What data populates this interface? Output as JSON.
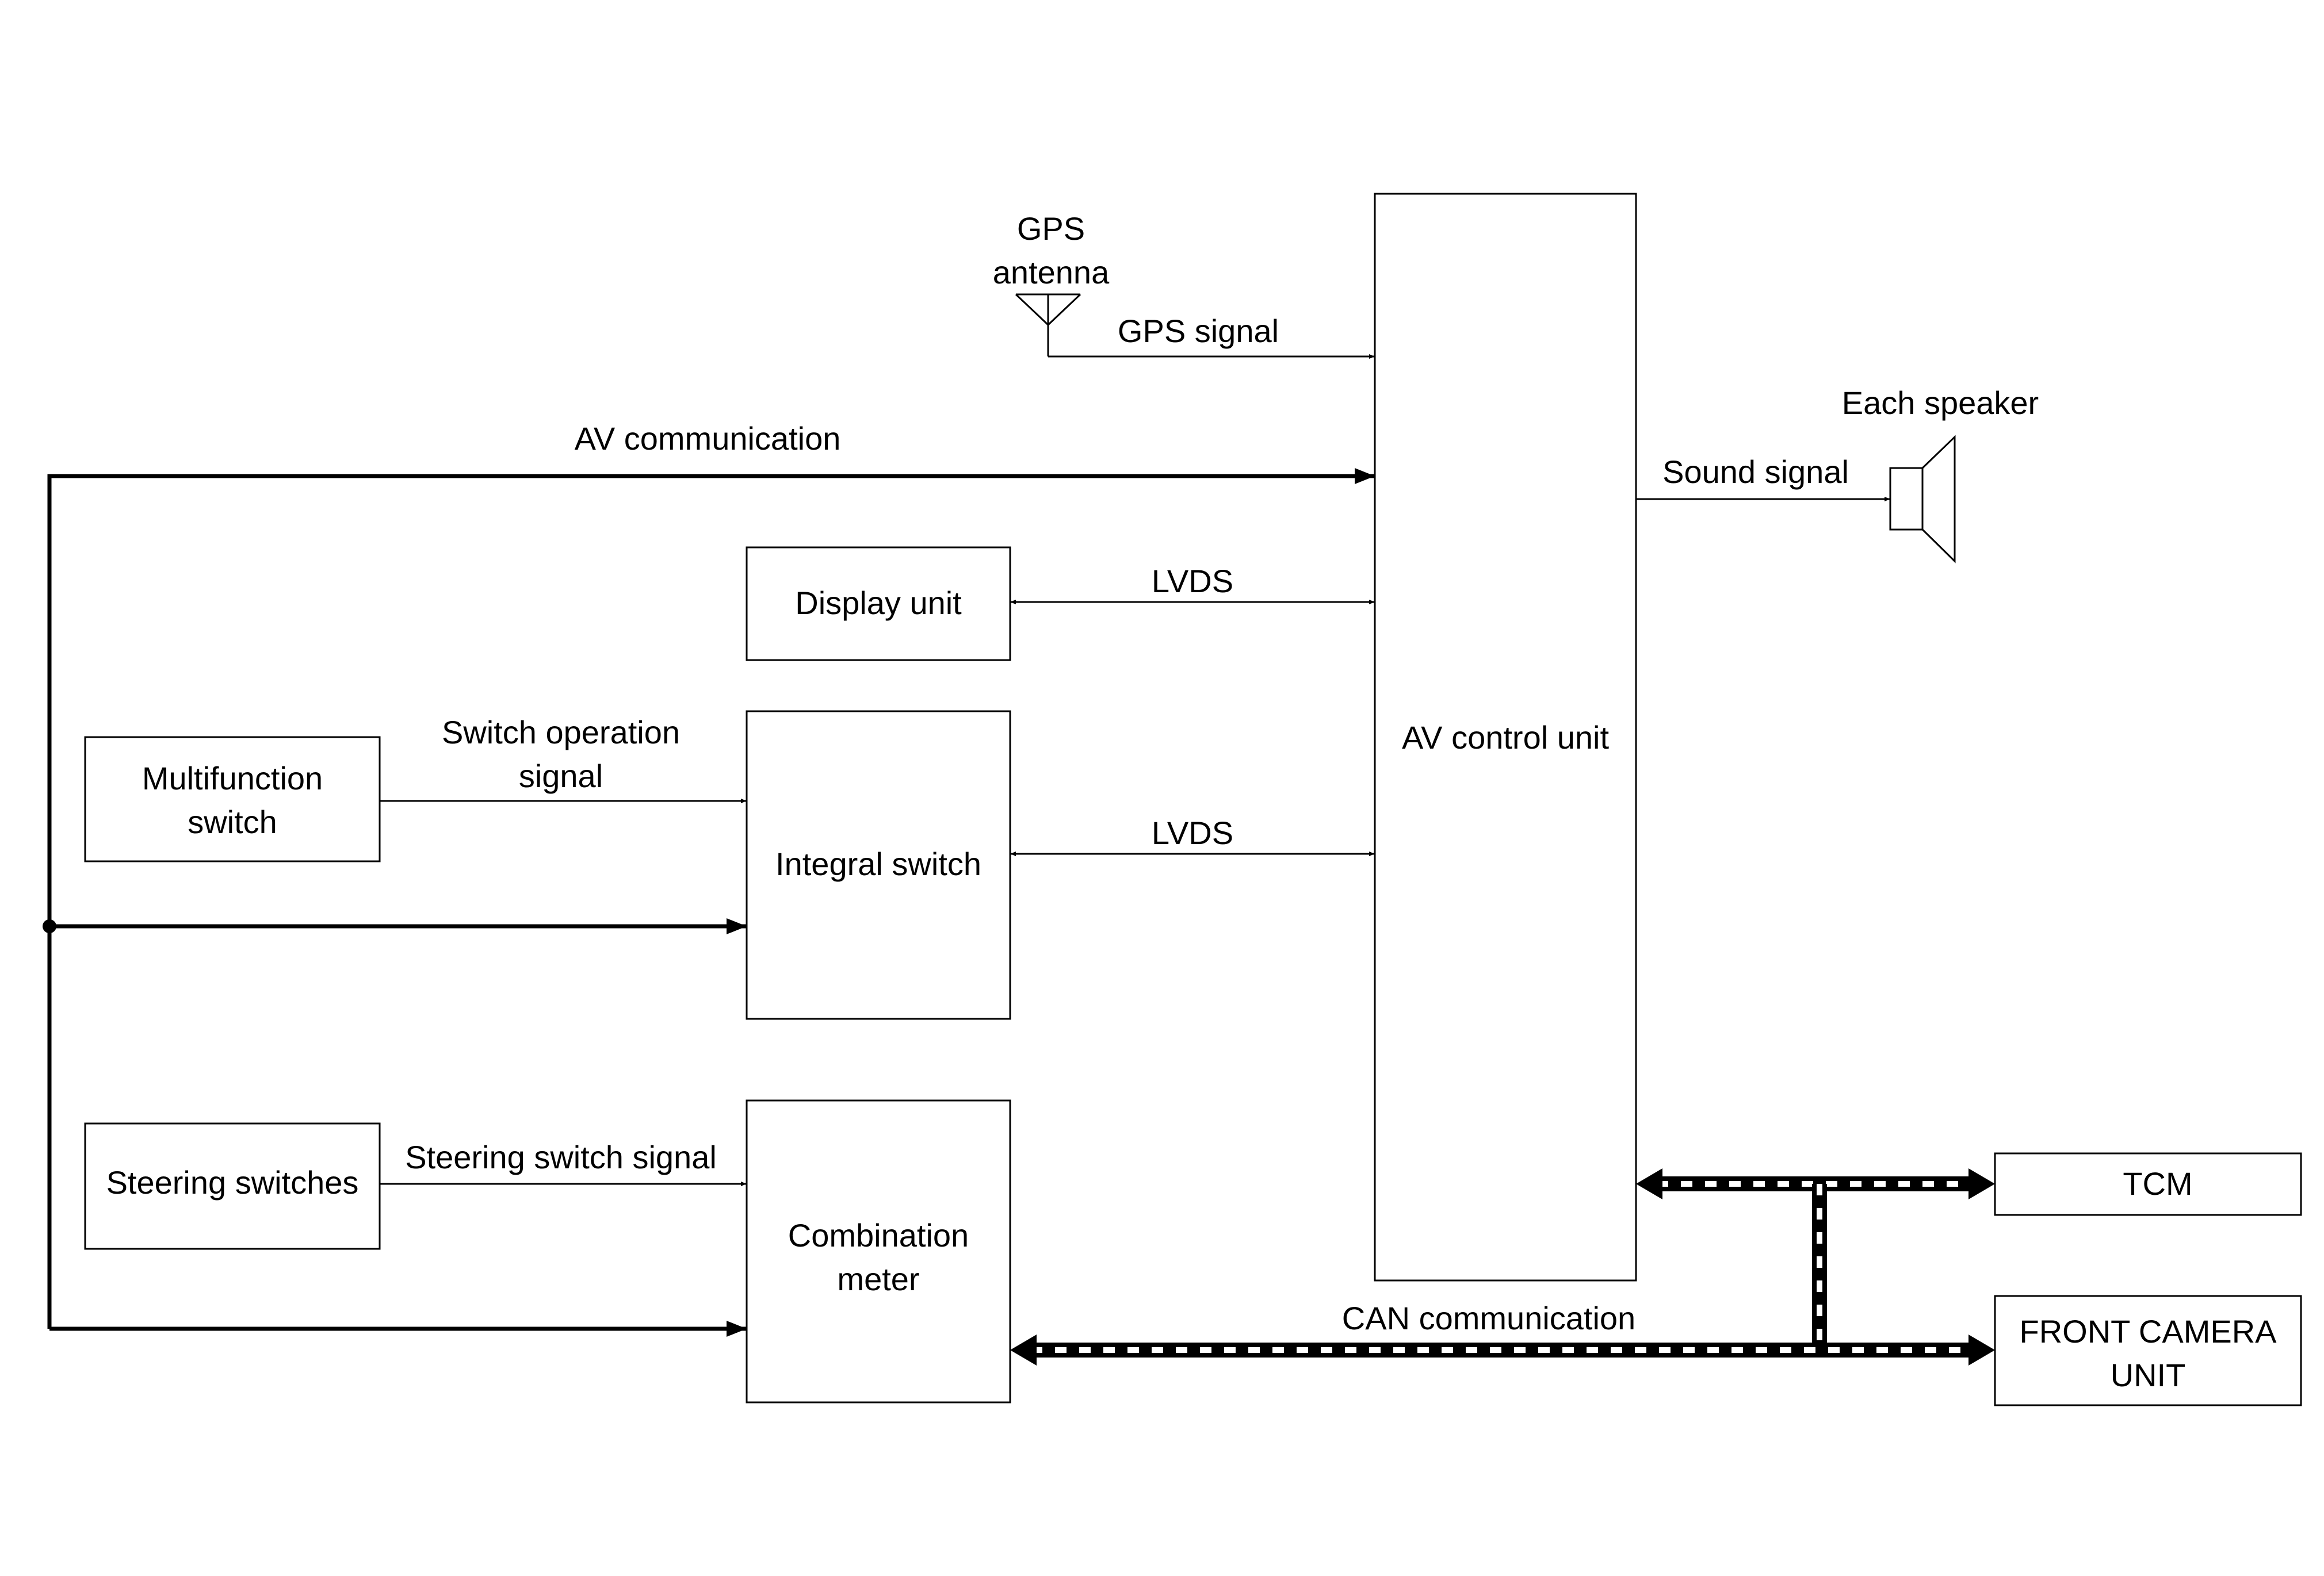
{
  "diagram": {
    "gps_antenna": {
      "label_line1": "GPS",
      "label_line2": "antenna"
    },
    "gps_signal": "GPS signal",
    "av_communication": "AV communication",
    "av_control_unit": "AV control unit",
    "display_unit": "Display unit",
    "lvds_display": "LVDS",
    "lvds_integral": "LVDS",
    "multifunction_switch": {
      "line1": "Multifunction",
      "line2": "switch"
    },
    "switch_operation_signal": {
      "line1": "Switch operation",
      "line2": "signal"
    },
    "integral_switch": "Integral switch",
    "steering_switches": "Steering switches",
    "steering_switch_signal": "Steering switch signal",
    "combination_meter": {
      "line1": "Combination",
      "line2": "meter"
    },
    "each_speaker": "Each speaker",
    "sound_signal": "Sound signal",
    "tcm": "TCM",
    "front_camera_unit": {
      "line1": "FRONT CAMERA",
      "line2": "UNIT"
    },
    "can_communication": "CAN communication"
  }
}
